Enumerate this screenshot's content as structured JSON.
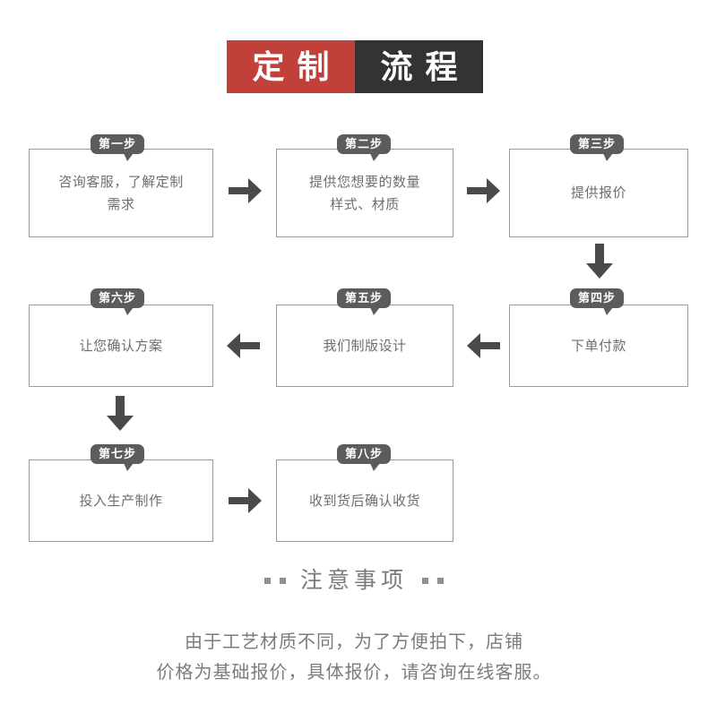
{
  "title": {
    "left_chars": [
      "定",
      "制"
    ],
    "right_chars": [
      "流",
      "程"
    ],
    "full_text": "定制流程",
    "left_color": "#C2403A",
    "right_color": "#333333",
    "text_color": "#FFFFFF"
  },
  "theme": {
    "badge_color": "#5C5C5C",
    "box_border_color": "#9A9A9A",
    "text_color": "#6E6E6E",
    "arrow_color": "#4A4A4A",
    "background": "#FFFFFF"
  },
  "steps": [
    {
      "badge": "第一步",
      "text": "咨询客服，了解定制\n需求"
    },
    {
      "badge": "第二步",
      "text": "提供您想要的数量\n样式、材质"
    },
    {
      "badge": "第三步",
      "text": "提供报价"
    },
    {
      "badge": "第四步",
      "text": "下单付款"
    },
    {
      "badge": "第五步",
      "text": "我们制版设计"
    },
    {
      "badge": "第六步",
      "text": "让您确认方案"
    },
    {
      "badge": "第七步",
      "text": "投入生产制作"
    },
    {
      "badge": "第八步",
      "text": "收到货后确认收货"
    }
  ],
  "connectors": [
    {
      "name": "arrow-step1-to-step2",
      "direction": "right"
    },
    {
      "name": "arrow-step2-to-step3",
      "direction": "right"
    },
    {
      "name": "arrow-step3-to-step4",
      "direction": "down"
    },
    {
      "name": "arrow-step4-to-step5",
      "direction": "left"
    },
    {
      "name": "arrow-step5-to-step6",
      "direction": "left"
    },
    {
      "name": "arrow-step6-to-step7",
      "direction": "down"
    },
    {
      "name": "arrow-step7-to-step8",
      "direction": "right"
    }
  ],
  "notice": {
    "heading": "注意事项",
    "body": "由于工艺材质不同，为了方便拍下，店铺\n价格为基础报价，具体报价，请咨询在线客服。"
  }
}
